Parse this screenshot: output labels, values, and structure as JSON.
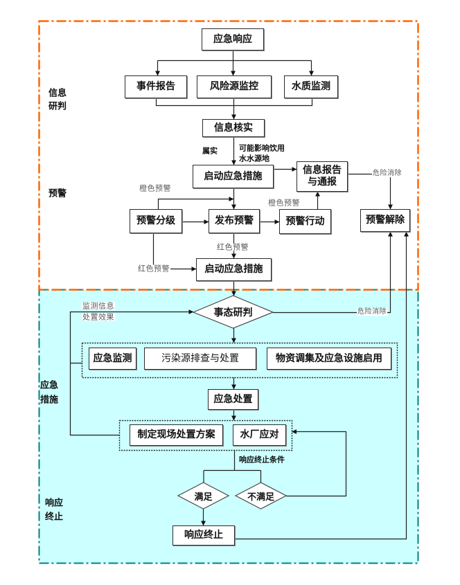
{
  "colors": {
    "warning_zone_border": "#FF6600",
    "response_zone_fill": "#CCFFFF",
    "response_zone_border": "#008080"
  },
  "side_labels": {
    "info_judgment": [
      "信息",
      "研判"
    ],
    "warning": "预警",
    "emergency_measures": [
      "应急",
      "措施"
    ],
    "response_termination": [
      "响应",
      "终止"
    ]
  },
  "nodes": {
    "emergency_response": "应急响应",
    "incident_report": "事件报告",
    "risk_source_monitoring": "风险源监控",
    "water_quality_monitoring": "水质监测",
    "info_verification": "信息核实",
    "start_measures_1": "启动应急措施",
    "info_report_notify": [
      "信息报告",
      "与通报"
    ],
    "warning_grading": "预警分级",
    "issue_warning": "发布预警",
    "warning_action": "预警行动",
    "warning_release": "预警解除",
    "start_measures_2": "启动应急措施",
    "situation_judgment": "事态研判",
    "emergency_monitoring": "应急监测",
    "pollution_source_handling": "污染源排查与处置",
    "materials_facilities": "物资调集及应急设施启用",
    "emergency_disposal": "应急处置",
    "onsite_plan": "制定现场处置方案",
    "water_plant_response": "水厂应对",
    "satisfied": "满足",
    "not_satisfied": "不满足",
    "response_end": "响应终止"
  },
  "edge_labels": {
    "confirmed": "属实",
    "may_affect": [
      "可能影响饮用",
      "水水源地"
    ],
    "orange_warning_left": "橙色预警",
    "orange_warning_right": "橙色预警",
    "red_warning_mid": "红色预警",
    "red_warning_left": "红色预警",
    "danger_cleared_top": "危险消除",
    "danger_cleared_bottom": "危险消除",
    "feedback": [
      "监测信息",
      "处置效果"
    ],
    "termination_condition": "响应终止条件"
  }
}
